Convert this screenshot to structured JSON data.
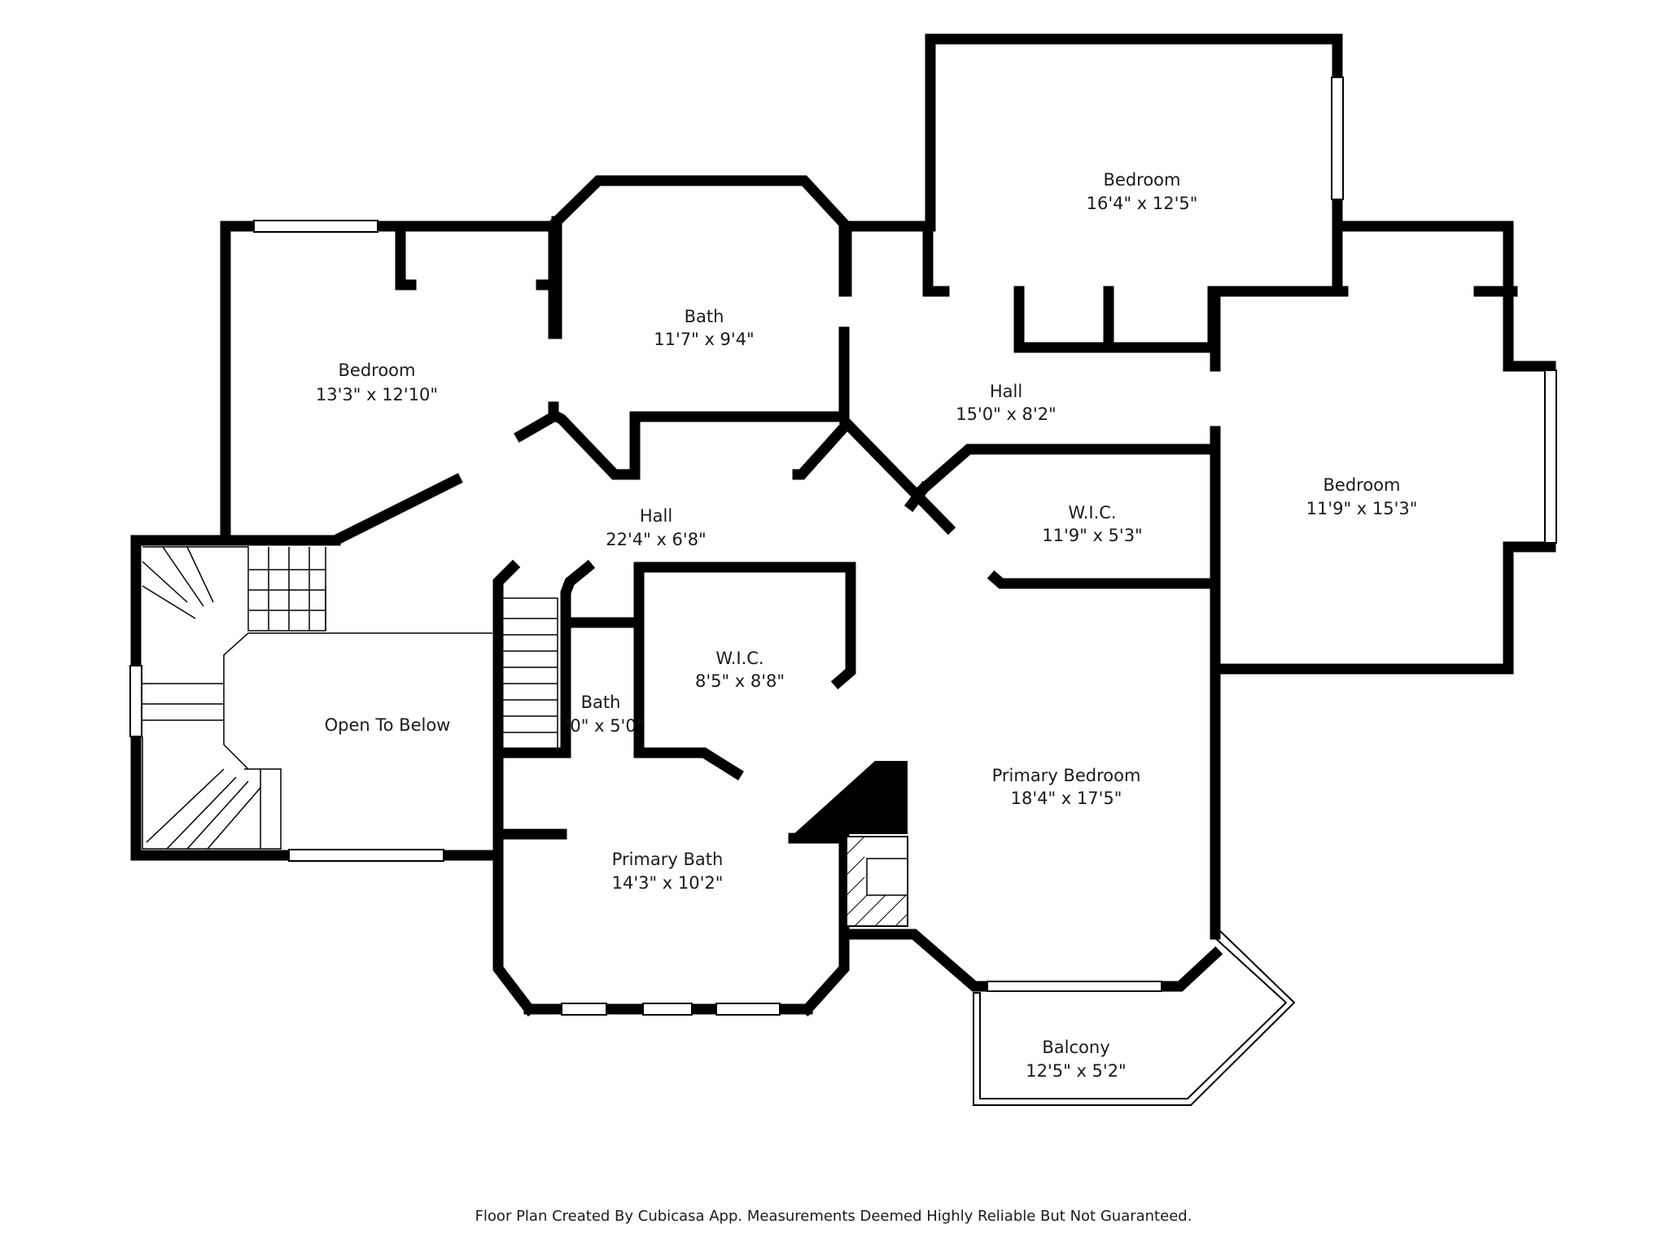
{
  "rooms": {
    "bedroom_nw": {
      "name": "Bedroom",
      "size": "13'3\" x 12'10\""
    },
    "bath_upper": {
      "name": "Bath",
      "size": "11'7\" x 9'4\""
    },
    "bedroom_n": {
      "name": "Bedroom",
      "size": "16'4\" x 12'5\""
    },
    "hall_upper": {
      "name": "Hall",
      "size": "15'0\" x 8'2\""
    },
    "bedroom_e": {
      "name": "Bedroom",
      "size": "11'9\" x 15'3\""
    },
    "hall_main": {
      "name": "Hall",
      "size": "22'4\" x 6'8\""
    },
    "wic_east": {
      "name": "W.I.C.",
      "size": "11'9\" x 5'3\""
    },
    "wic_center": {
      "name": "W.I.C.",
      "size": "8'5\" x 8'8\""
    },
    "bath_small": {
      "name": "Bath",
      "size": "'0\" x 5'0\""
    },
    "open_below": {
      "name": "Open To Below"
    },
    "primary_bedroom": {
      "name": "Primary Bedroom",
      "size": "18'4\" x 17'5\""
    },
    "primary_bath": {
      "name": "Primary Bath",
      "size": "14'3\" x 10'2\""
    },
    "balcony": {
      "name": "Balcony",
      "size": "12'5\" x 5'2\""
    }
  },
  "footer": "Floor Plan Created By Cubicasa App. Measurements Deemed Highly Reliable But Not Guaranteed.",
  "colors": {
    "wall": "#000000",
    "window": "#ffffff",
    "text": "#1a1a1a"
  }
}
